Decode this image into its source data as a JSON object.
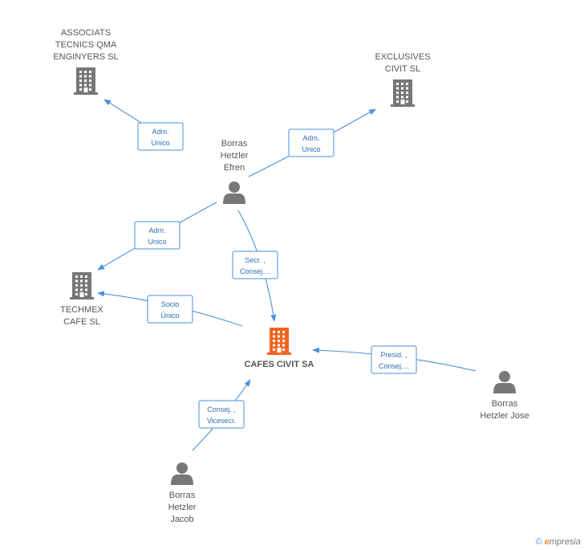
{
  "nodes": [
    {
      "id": "associats",
      "type": "company",
      "label": [
        "ASSOCIATS",
        "TECNICS QMA",
        "ENGINYERS SL"
      ]
    },
    {
      "id": "exclusives",
      "type": "company",
      "label": [
        "EXCLUSIVES",
        "CIVIT SL"
      ]
    },
    {
      "id": "efren",
      "type": "person",
      "label": [
        "Borras",
        "Hetzler",
        "Efren"
      ]
    },
    {
      "id": "techmex",
      "type": "company",
      "label": [
        "TECHMEX",
        "CAFE SL"
      ]
    },
    {
      "id": "cafes",
      "type": "company-focus",
      "label": [
        "CAFES CIVIT SA"
      ]
    },
    {
      "id": "jose",
      "type": "person",
      "label": [
        "Borras",
        "Hetzler Jose"
      ]
    },
    {
      "id": "jacob",
      "type": "person",
      "label": [
        "Borras",
        "Hetzler",
        "Jacob"
      ]
    }
  ],
  "edges": [
    {
      "from": "efren",
      "to": "associats",
      "label": [
        "Adm.",
        "Unico"
      ]
    },
    {
      "from": "efren",
      "to": "exclusives",
      "label": [
        "Adm.",
        "Unico"
      ]
    },
    {
      "from": "efren",
      "to": "techmex",
      "label": [
        "Adm.",
        "Unico"
      ]
    },
    {
      "from": "efren",
      "to": "cafes",
      "label": [
        "Secr. ,",
        "Consej...."
      ]
    },
    {
      "from": "cafes",
      "to": "techmex",
      "label": [
        "Socio",
        "Único"
      ]
    },
    {
      "from": "jose",
      "to": "cafes",
      "label": [
        "Presid. ,",
        "Consej...."
      ]
    },
    {
      "from": "jacob",
      "to": "cafes",
      "label": [
        "Consej. ,",
        "Vicesecr."
      ]
    }
  ],
  "colors": {
    "edge": "#4a8fdc",
    "node": "#777777",
    "focus": "#f26522"
  },
  "footer": {
    "copyright": "©",
    "brand": "mpresia",
    "brand_initial": "e"
  }
}
